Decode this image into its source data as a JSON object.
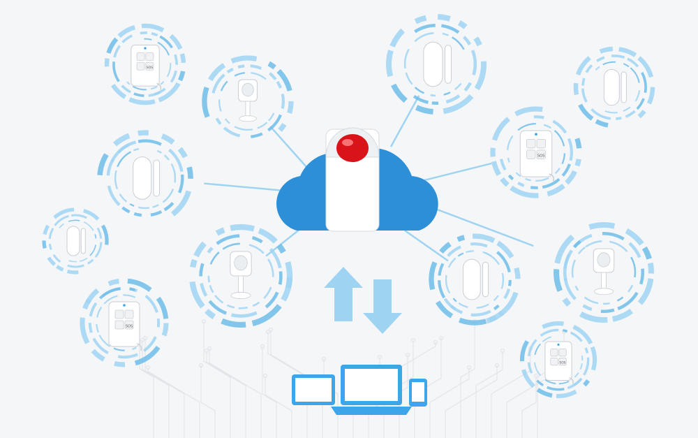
{
  "diagram": {
    "colors": {
      "background": "#f5f6f8",
      "ring": "#9fd3f2",
      "ring_dark": "#6fbde9",
      "link": "#9fd3f2",
      "cloud": "#2e8fd9",
      "arrow": "#9fd3f2",
      "device_blue": "#3da6ea",
      "siren_red": "#d8141a",
      "device_white": "#ffffff",
      "device_gray": "#c9ced4",
      "circuit": "#e2e5e9"
    },
    "hub": {
      "icon": "siren-icon"
    },
    "peripherals": [
      {
        "icon": "remote-control-icon",
        "button_labels": [
          "SOS"
        ]
      },
      {
        "icon": "motion-sensor-icon"
      },
      {
        "icon": "door-sensor-icon"
      },
      {
        "icon": "door-sensor-icon"
      },
      {
        "icon": "remote-control-icon",
        "button_labels": [
          "SOS"
        ]
      },
      {
        "icon": "motion-sensor-icon"
      },
      {
        "icon": "door-sensor-icon"
      },
      {
        "icon": "remote-control-icon",
        "button_labels": [
          "SOS"
        ]
      },
      {
        "icon": "door-sensor-icon"
      },
      {
        "icon": "door-sensor-icon"
      },
      {
        "icon": "remote-control-icon",
        "button_labels": [
          "SOS"
        ]
      },
      {
        "icon": "motion-sensor-icon"
      },
      {
        "icon": "remote-control-icon",
        "button_labels": [
          "SOS"
        ]
      }
    ],
    "clients": [
      {
        "icon": "tablet-icon"
      },
      {
        "icon": "laptop-icon"
      },
      {
        "icon": "smartphone-icon"
      }
    ],
    "transfer": {
      "up_icon": "arrow-up-icon",
      "down_icon": "arrow-down-icon"
    }
  }
}
